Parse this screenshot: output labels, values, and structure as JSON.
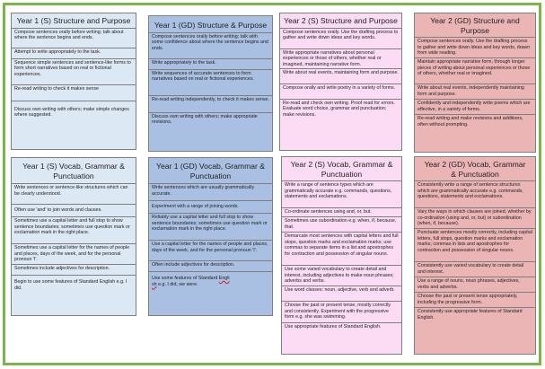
{
  "colors": {
    "border_green": "#7ab648",
    "y1s": "#dde8f5",
    "y1gd": "#a9c0e2",
    "y2s": "#fbdcf4",
    "y2gd": "#ecb5b5"
  },
  "top": [
    {
      "title": "Year 1 (S) Structure and Purpose",
      "rows": [
        "Compose sentences orally before writing; talk about where the sentence begins and ends.",
        "Attempt to write appropriately to the task.",
        "Sequence simple sentences and sentence-like forms to form short narratives based on real or fictional experiences.",
        "Re-read writing to check it makes sense",
        "Discuss own writing with others; make simple changes where suggested."
      ]
    },
    {
      "title": "Year 1 (GD) Structure & Purpose",
      "rows": [
        "Compose sentences orally before writing; talk with some confidence about where the sentence begins and ends.",
        "Write appropriately to the task.",
        "Write sequences of accurate sentences to form narratives based on real or fictional experiences.",
        "Re-read writing independently, to check it makes sense.",
        "Discuss own writing with others; make appropriate revisions."
      ]
    },
    {
      "title": "Year 2 (S) Structure and Purpose",
      "rows": [
        "Compose sentences orally. Use the drafting process to gather and write down ideas and key words.",
        "Write appropriate narratives about personal experiences or those of others, whether real or imagined, maintaining narrative form.",
        "Write about real events, maintaining form and purpose.",
        "Compose orally and write poetry in a variety of forms.",
        "Re-read and check own writing. Proof read for errors. Evaluate word choice, grammar and punctuation; make revisions."
      ]
    },
    {
      "title": "Year 2 (GD) Structure and Purpose",
      "rows": [
        "Compose sentences orally. Use the drafting process to gather and write down ideas and key words, drawn from wide reading.",
        "Maintain appropriate narrative form, through longer pieces of writing about personal experiences or those of others, whether real or imagined.",
        "Write about real events, independently maintaining form and purpose.",
        "Confidently and independently write poems which are effective, in a variety of forms.",
        "Re-read writing and make revisions and additions, often without prompting."
      ]
    }
  ],
  "bottom": [
    {
      "title": "Year 1 (S) Vocab, Grammar & Punctuation",
      "rows": [
        "Write sentences or sentence-like structures which can be clearly understood.",
        "Often use 'and' to join words and clauses.",
        "Sometimes use a capital letter and full stop to show sentence boundaries; sometimes use question mark or exclamation mark in the right place.",
        "Sometimes use a capital letter for the names of people and places, days of the week, and for the personal pronoun 'I'.",
        "Sometimes include adjectives for description.",
        "Begin to use some features of Standard English e.g. I did."
      ]
    },
    {
      "title": "Year 1 (GD) Vocab, Grammar & Punctuation",
      "rows": [
        "Write sentences which are usually grammatically accurate.",
        "Experiment with a range of joining words.",
        "Reliably use a capital letter and full stop to show sentence boundaries; sometimes use question mark or exclamation mark in the right place.",
        "Use a capital letter for the names of people and places, days of the week, and for the personal pronoun 'I'.",
        "Often include adjectives for description."
      ],
      "last_row": {
        "pre": "Use some features of Standard ",
        "spell1": "Engli",
        "mid": " ",
        "spell2": "sh",
        "post": " e.g. I did, we were."
      }
    },
    {
      "title": "Year 2 (S) Vocab, Grammar & Punctuation",
      "rows": [
        "Write a range of sentence types which are grammatically accurate e.g. commands, questions, statements and exclamations.",
        "Co-ordinate sentences using and, or, but.",
        "Sometimes use subordination e.g. when, if, because, that.",
        "Demarcate most sentences with capital letters and full stops, question marks and exclamation marks; use commas to separate items in a list and apostrophes for contraction and possession of singular nouns.",
        "Use some varied vocabulary to create detail and interest, including adjectives to make noun phrases; adverbs and verbs.",
        "Use word classes: noun, adjective, verb and adverb.",
        "Choose the past or present tense, mostly correctly and consistently. Experiment with the progressive form e.g. she was swimming.",
        "Use appropriate features of Standard English."
      ]
    },
    {
      "title": "Year 2 (GD) Vocab, Grammar & Punctuation",
      "rows": [
        "Consistently write a range of sentence structures which are grammatically accurate e.g. commands, questions, statements and exclamations.",
        "Vary the ways in which clauses are joined, whether by co-ordination (using and, or, but) or subordination (when, if, because).",
        "Punctuate sentences mostly correctly, including capital letters, full stops, question marks and exclamation marks; commas in lists and apostrophes for contraction and possession of singular nouns.",
        "Consistently use varied vocabulary to create detail and interest.",
        "Use a range of nouns, noun phrases, adjectives, verbs and adverbs.",
        "Choose the past or present tense appropriately, including the progressive form.",
        "Consistently use appropriate features of Standard English."
      ]
    }
  ]
}
